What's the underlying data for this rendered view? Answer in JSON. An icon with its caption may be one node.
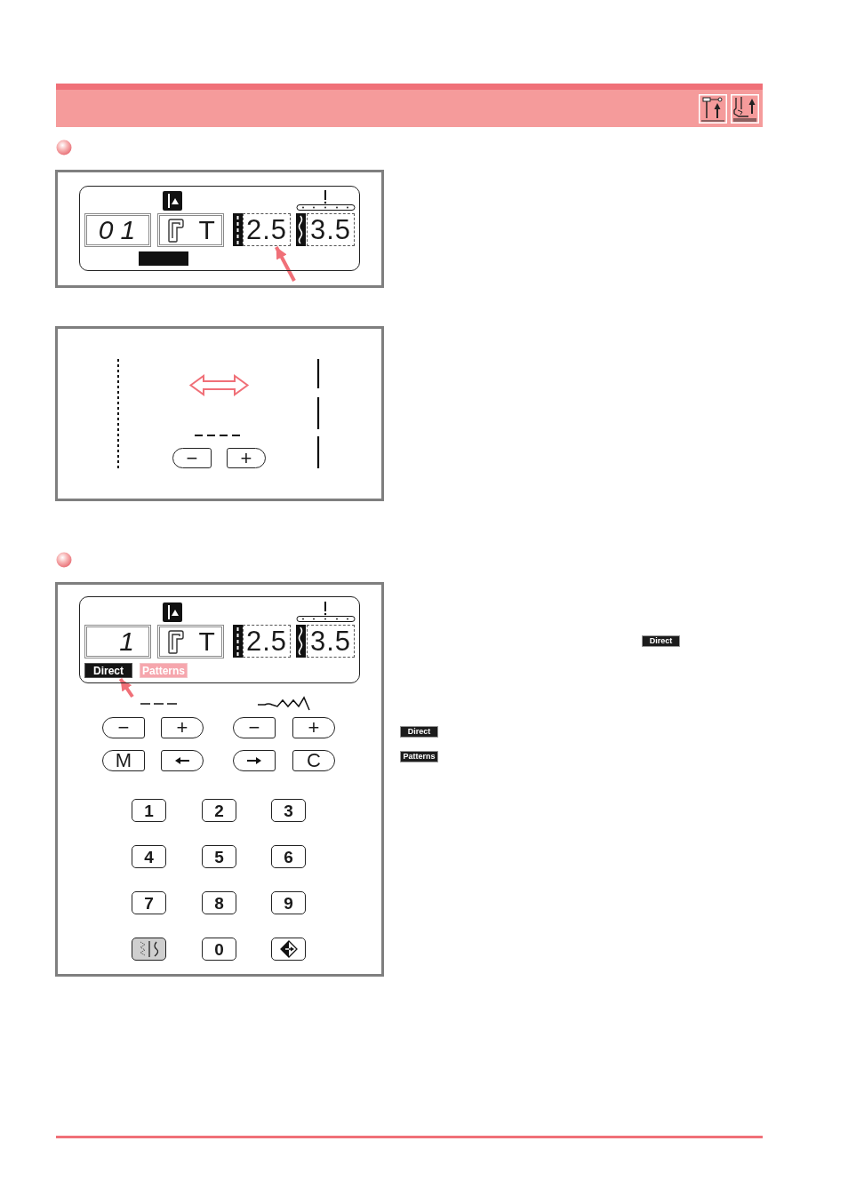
{
  "diagram": {
    "nodes": [
      {
        "text": [
          "01"
        ]
      },
      {
        "text": [
          "T"
        ]
      },
      {
        "text": [
          "2.5"
        ]
      },
      {
        "text": [
          "3.5"
        ]
      },
      {
        "text": [],
        "shape": "bar"
      },
      {
        "text": [
          "−"
        ]
      },
      {
        "text": [
          "+"
        ]
      },
      {
        "text": [
          "1"
        ]
      },
      {
        "text": [
          "T"
        ]
      },
      {
        "text": [
          "2.5"
        ]
      },
      {
        "text": [
          "3.5"
        ]
      },
      {
        "text": [
          "Direct"
        ]
      },
      {
        "text": [
          "Patterns"
        ]
      },
      {
        "text": [
          "−"
        ]
      },
      {
        "text": [
          "+"
        ]
      },
      {
        "text": [
          "−"
        ]
      },
      {
        "text": [
          "+"
        ]
      },
      {
        "text": [
          "M"
        ]
      },
      {
        "text": [],
        "shape": "box"
      },
      {
        "text": [],
        "shape": "box"
      },
      {
        "text": [
          "C"
        ]
      },
      {
        "text": [
          "1"
        ]
      },
      {
        "text": [
          "2"
        ]
      },
      {
        "text": [
          "3"
        ]
      },
      {
        "text": [
          "4"
        ]
      },
      {
        "text": [
          "5"
        ]
      },
      {
        "text": [
          "6"
        ]
      },
      {
        "text": [
          "7"
        ]
      },
      {
        "text": [
          "8"
        ]
      },
      {
        "text": [
          "9"
        ]
      },
      {
        "text": [],
        "shape": "box"
      },
      {
        "text": [
          "0"
        ]
      },
      {
        "text": [],
        "shape": "box"
      },
      {
        "text": [
          "Direct"
        ]
      },
      {
        "text": [
          "Direct"
        ]
      },
      {
        "text": [
          "Patterns"
        ]
      }
    ],
    "edges": [
      {
        "from": null,
        "to": 2,
        "arrow": "to"
      },
      {
        "from": null,
        "to": 11,
        "arrow": "to"
      }
    ]
  }
}
